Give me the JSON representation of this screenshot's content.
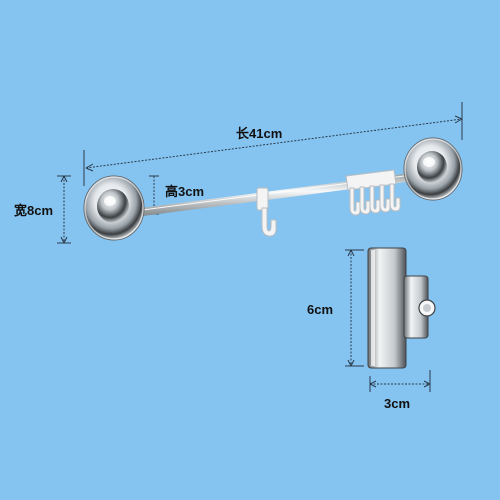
{
  "labels": {
    "length": "长41cm",
    "width": "宽8cm",
    "height": "高3cm",
    "side_height": "6cm",
    "side_width": "3cm"
  },
  "colors": {
    "background": "#85c4f1",
    "dimension_line": "#2a3a4a",
    "chrome_light": "#ffffff",
    "chrome_dark": "#2b2b2b",
    "hook_white": "#f4f4f4"
  }
}
